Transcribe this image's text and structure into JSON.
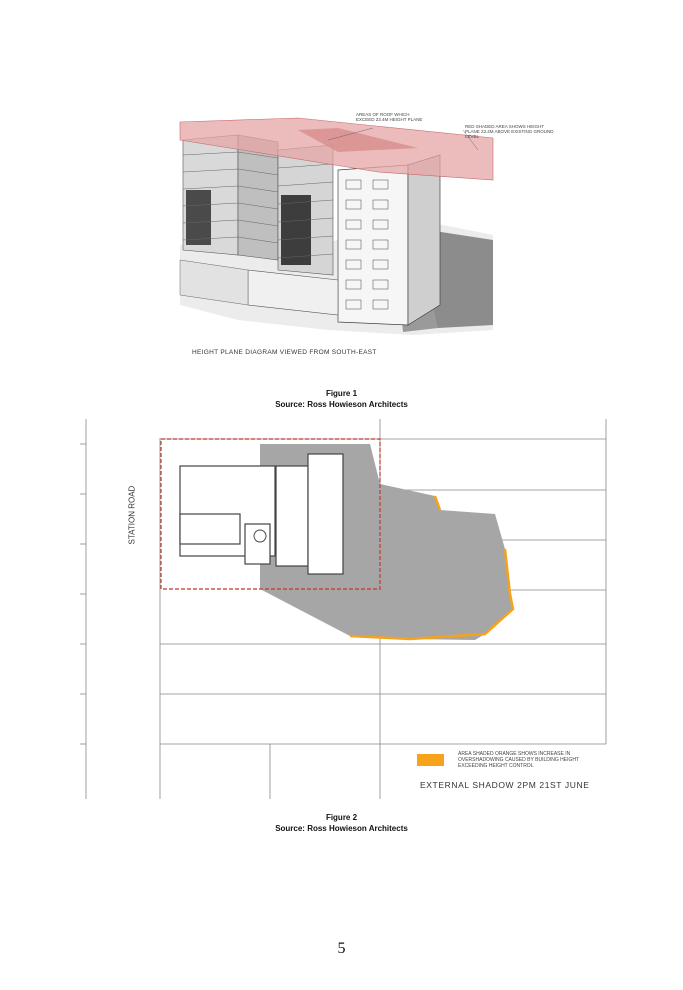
{
  "figure1": {
    "diagram_caption": "HEIGHT PLANE DIAGRAM VIEWED FROM SOUTH-EAST",
    "annotation_left": "AREAS OF ROOF WHICH EXCEED 23.4M HEIGHT PLANE",
    "annotation_right": "RED SHADED AREA SHOWS HEIGHT PLANE 23.4M ABOVE EXISTING GROUND LEVEL",
    "title": "Figure 1",
    "source": "Source: Ross Howieson Architects"
  },
  "figure2": {
    "road_label": "STATION ROAD",
    "legend_text": "AREA SHADED ORANGE SHOWS INCREASE IN OVERSHADOWING CAUSED BY BUILDING HEIGHT EXCEEDING HEIGHT CONTROL",
    "shadow_title": "EXTERNAL SHADOW 2PM 21ST JUNE",
    "title": "Figure 2",
    "source": "Source: Ross Howieson Architects",
    "colors": {
      "overshadow": "#f7a21b",
      "shadow": "#a6a6a6",
      "site_boundary": "#c0392b"
    }
  },
  "page_number": "5"
}
